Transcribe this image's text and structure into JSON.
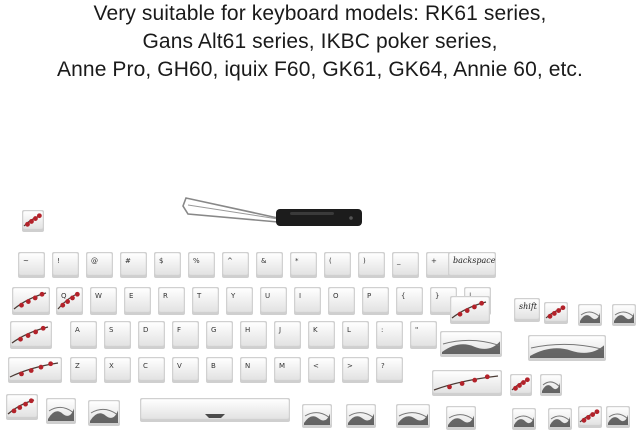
{
  "caption": {
    "line1": "Very suitable for keyboard models: RK61 series,",
    "line2": "Gans Alt61 series, IKBC poker series,",
    "line3": "Anne Pro, GH60, iquix F60, GK61, GK64, Annie 60, etc."
  },
  "keycaps": {
    "backspace_label": "backspace",
    "shift_label": "shift",
    "row1_legends": [
      "~",
      "!",
      "@",
      "#",
      "$",
      "%",
      "^",
      "&",
      "*",
      "(",
      ")",
      "_",
      "+"
    ],
    "row2_legends": [
      "Q",
      "W",
      "E",
      "R",
      "T",
      "Y",
      "U",
      "I",
      "O",
      "P",
      "{",
      "}",
      "|"
    ],
    "row3_legends": [
      "A",
      "S",
      "D",
      "F",
      "G",
      "H",
      "J",
      "K",
      "L",
      ":",
      "\""
    ],
    "row4_legends": [
      "Z",
      "X",
      "C",
      "V",
      "B",
      "N",
      "M",
      "<",
      ">",
      "?"
    ],
    "colors": {
      "key_face": "#f3f3f3",
      "key_edge": "#cfcfcf",
      "plum_red": "#b3222a",
      "ink_dark": "#3a3a3a",
      "puller_handle": "#1c1c1c"
    }
  }
}
